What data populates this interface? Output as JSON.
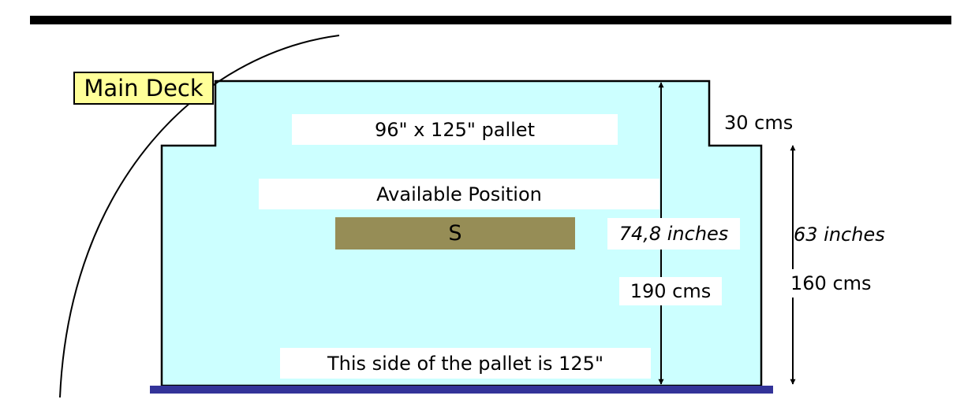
{
  "deck_label": "Main Deck",
  "pallet_label": "96\" x 125\" pallet",
  "position_label": "Available Position",
  "position_code": "S",
  "side_note": "This side of the pallet is 125\"",
  "dim_total_inches": "74,8 inches",
  "dim_total_cms": "190 cms",
  "dim_step_cms": "30 cms",
  "dim_lower_inches": "63 inches",
  "dim_lower_cms": "160 cms",
  "colors": {
    "contour_fill": "#ccffff",
    "deck_label_bg": "#ffff99",
    "code_bar": "#968d56",
    "floor_bar": "#333399",
    "rule": "#000000"
  }
}
